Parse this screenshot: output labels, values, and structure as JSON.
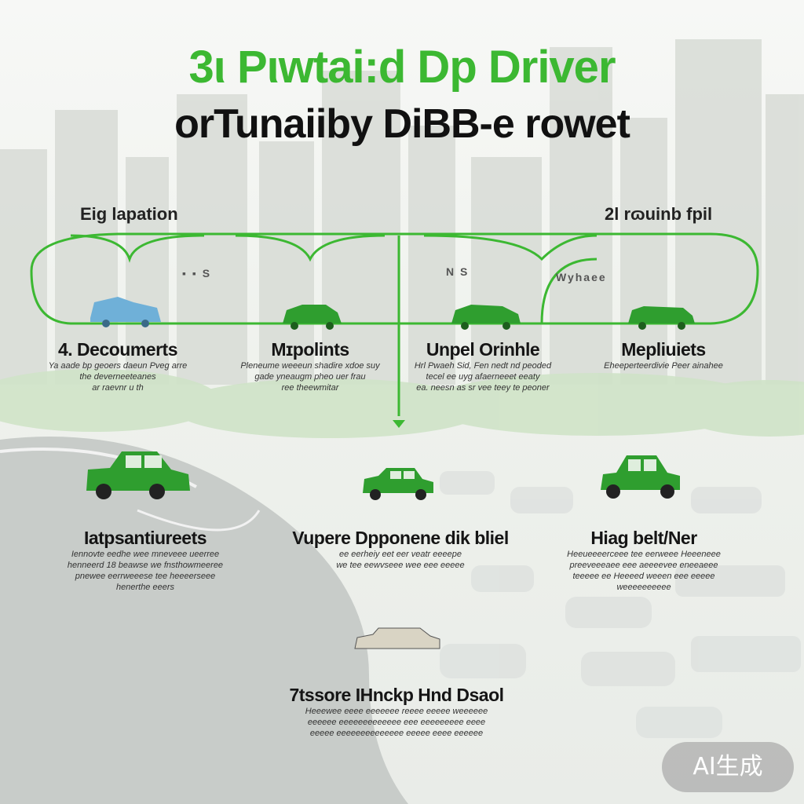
{
  "title": {
    "line1": "3ι Pιwtaі:d Dp Driver",
    "line2": "orTunaiiby DiBB-e rowet"
  },
  "corner_labels": {
    "left": "Eig lapation",
    "right": "2l rɷuinb fpil"
  },
  "top_nodes": [
    {
      "heading": "4. Decoumerts",
      "body": [
        "Ya aade bp geoers daeun Pveg arre",
        "the deverneeteanes",
        "ar raevnr u th"
      ]
    },
    {
      "heading": "Mɪpolints",
      "body": [
        "Pleneume weeeun shadire xdoe suy",
        "gade yneaugm pheo uer frau",
        "ree theewmitar"
      ]
    },
    {
      "heading": "Unpel Orinhle",
      "body": [
        "Hrl Pwaeh Sid, Fen nedt nd peoded",
        "tecel ee uyg afaerneeet eeaty",
        "ea. neesn as sr vee teey te peoner"
      ]
    },
    {
      "heading": "Mepliuiets",
      "body": [
        "Eheeperteerdivie Peer ainahee"
      ]
    }
  ],
  "bottom_nodes": [
    {
      "heading": "Iatpsantiureets",
      "body": [
        "Iennovte eedhe wee mneveee ueerree",
        "henneerd 18 beawse we fnsthowmeeree",
        "pnewee eerrweeese tee heeeerseee",
        "henerthe eeers"
      ]
    },
    {
      "heading": "Vupere Dpponene dik bliel",
      "body": [
        "ee eerheiy eet eer veatr eeeepe",
        "we tee eewvseee wee eee eeeee"
      ]
    },
    {
      "heading": "Hiag belt/Ner",
      "body": [
        "Heeueeeerceee tee eerweee Heeeneee",
        "preeveeeaee eee aeeeevee eneeaeee",
        "teeeee ee Heeeed weeen eee eeeee",
        "weeeeeeeeee"
      ]
    }
  ],
  "final_node": {
    "heading": "7tssore IHnckp Hnd Dsaol",
    "body": [
      "Heeewee eeee eeeeeee reeee eeeee weeeeee",
      "eeeeee eeeeeeeeeeeee eee eeeeeeeee eeee",
      "eeeee eeeeeeeeeeeeee eeeee eeee eeeeee"
    ]
  },
  "noise_marks": [
    "▪ ▪ S",
    "N S",
    "Wyhaee"
  ],
  "watermark": "AI生成",
  "colors": {
    "accent": "#3cb832",
    "car": "#2f9e2f",
    "text": "#151515"
  }
}
